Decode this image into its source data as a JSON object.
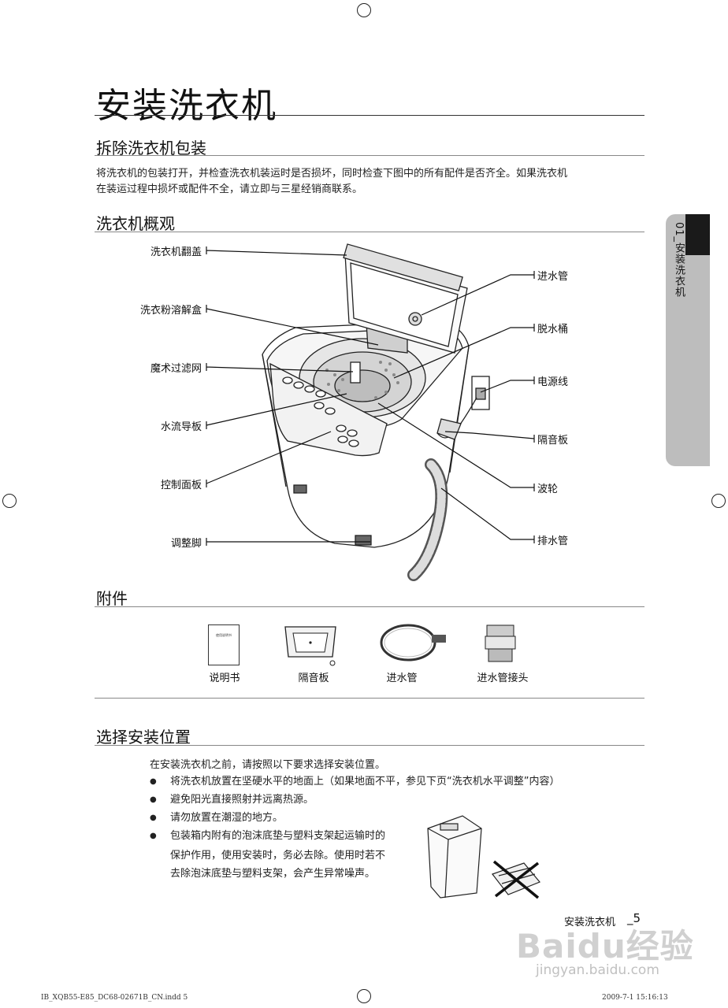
{
  "page": {
    "title": "安装洗衣机",
    "section1": {
      "heading": "拆除洗衣机包装",
      "body_line1": "将洗衣机的包装打开，并检查洗衣机装运时是否损坏，同时检查下图中的所有配件是否齐全。如果洗衣机",
      "body_line2": "在装运过程中损坏或配件不全，请立即与三星经销商联系。"
    },
    "section2": {
      "heading": "洗衣机概观",
      "labels_left": [
        "洗衣机翻盖",
        "洗衣粉溶解盒",
        "魔术过滤网",
        "水流导板",
        "控制面板",
        "调整脚"
      ],
      "labels_right": [
        "进水管",
        "脱水桶",
        "电源线",
        "隔音板",
        "波轮",
        "排水管"
      ]
    },
    "section3": {
      "heading": "附件",
      "manual_cover_text": "使用说明书",
      "items": [
        "说明书",
        "隔音板",
        "进水管",
        "进水管接头"
      ]
    },
    "section4": {
      "heading": "选择安装位置",
      "intro": "在安装洗衣机之前，请按照以下要求选择安装位置。",
      "bullets": [
        "将洗衣机放置在坚硬水平的地面上（如果地面不平，参见下页“洗衣机水平调整”内容）",
        "避免阳光直接照射并远离热源。",
        "请勿放置在潮湿的地方。",
        "包装箱内附有的泡沫底垫与塑料支架起运输时的"
      ],
      "bullet4_cont1": "保护作用，使用安装时，务必去除。使用时若不",
      "bullet4_cont2": "去除泡沫底垫与塑料支架，会产生异常噪声。"
    },
    "side_tab": "01_安装洗衣机",
    "page_footer": {
      "section_name": "安装洗衣机",
      "page_number": "_5",
      "file_info": "IB_XQB55-E85_DC68-02671B_CN.indd   5",
      "timestamp": "2009-7-1   15:16:13"
    },
    "watermark": {
      "brand": "Baidu经验",
      "url": "jingyan.baidu.com"
    }
  }
}
